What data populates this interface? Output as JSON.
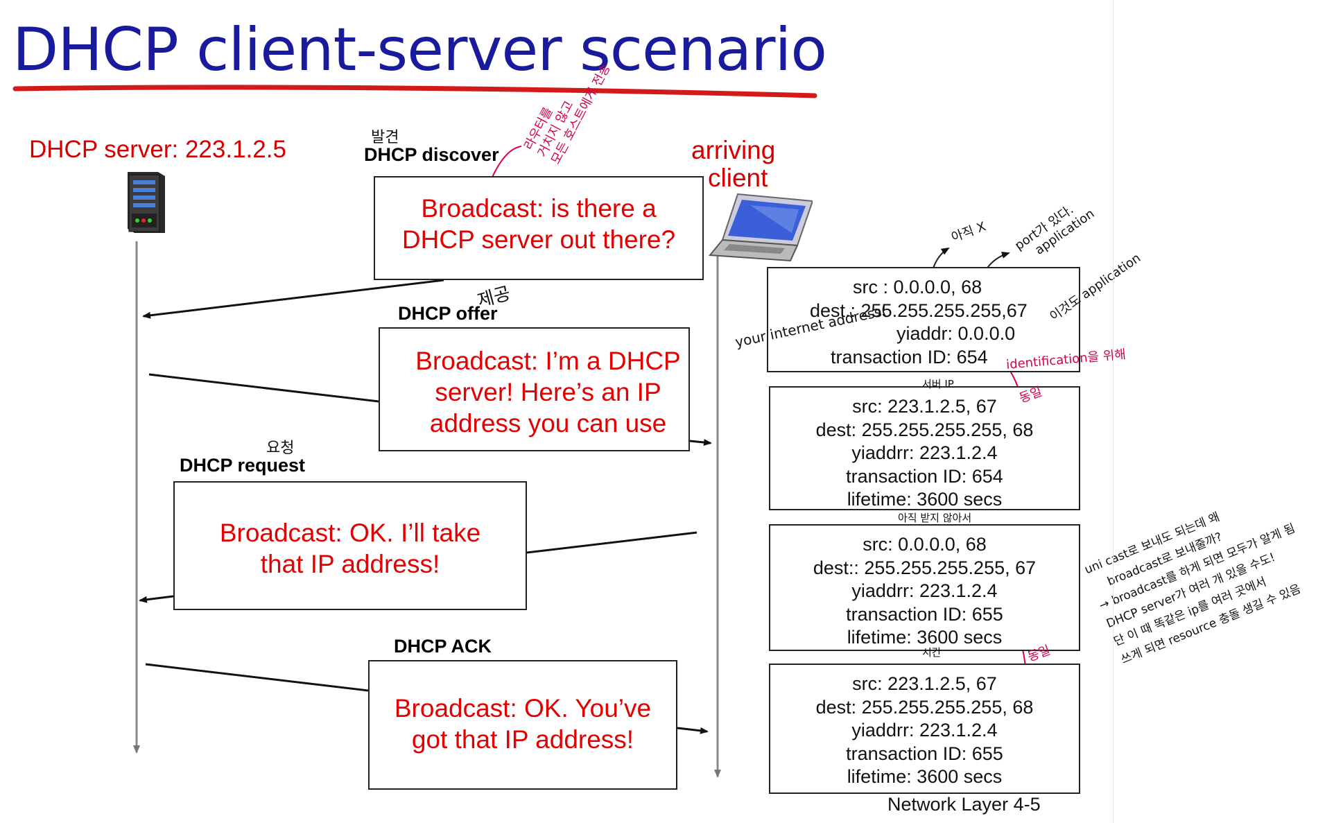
{
  "title": "DHCP client-server scenario",
  "server_label": "DHCP server: 223.1.2.5",
  "client_label": [
    "arriving",
    "client"
  ],
  "footer": "Network Layer 4-5",
  "messages": [
    {
      "label": "DHCP discover",
      "text": [
        "Broadcast: is there a",
        "DHCP server out there?"
      ],
      "packet": [
        "src : 0.0.0.0, 68",
        "dest.: 255.255.255.255,67",
        "yiaddr:    0.0.0.0",
        "transaction ID: 654"
      ]
    },
    {
      "label": "DHCP offer",
      "text": [
        "Broadcast: I’m a DHCP",
        "server! Here’s an IP",
        "address you can use"
      ],
      "packet": [
        "src: 223.1.2.5, 67",
        "dest:  255.255.255.255, 68",
        "yiaddrr: 223.1.2.4",
        "transaction ID: 654",
        "lifetime: 3600 secs"
      ]
    },
    {
      "label": "DHCP request",
      "text": [
        "Broadcast: OK.  I’ll take",
        "that IP address!"
      ],
      "packet": [
        "src:  0.0.0.0, 68",
        "dest::  255.255.255.255, 67",
        "yiaddrr: 223.1.2.4",
        "transaction ID: 655",
        "lifetime: 3600 secs"
      ]
    },
    {
      "label": "DHCP ACK",
      "text": [
        "Broadcast: OK.  You’ve",
        "got that IP address!"
      ],
      "packet": [
        "src: 223.1.2.5, 67",
        "dest:  255.255.255.255, 68",
        "yiaddrr: 223.1.2.4",
        "transaction ID: 655",
        "lifetime: 3600 secs"
      ]
    }
  ],
  "annotations": {
    "your_internet_address": "your internet address(",
    "identification": "identification을 위해",
    "port_application": [
      "port가 있다.",
      "application"
    ],
    "not_yet": "아직 X",
    "same_1": "동일",
    "same_2": "동일",
    "discover_note": [
      "라우터를",
      "거치지 않고",
      "모든 호스트에게 전송"
    ],
    "discover_ko": "발견",
    "offer_ko": "제공",
    "request_ko": "요청",
    "server_ip": "서버 IP",
    "not_yet_received": "아직 받지 않아서",
    "time": "시간",
    "side_note": [
      "uni cast로 보내도 되는데 왜",
      "broadcast로 보내줄까?",
      "→ broadcast를 하게 되면 모두가 알게 됨",
      "DHCP server가 여러 개 있을 수도!",
      "단 이 때 똑같은 ip를 여러 곳에서",
      "쓰게 되면 resource 충돌 생길 수 있음"
    ]
  }
}
